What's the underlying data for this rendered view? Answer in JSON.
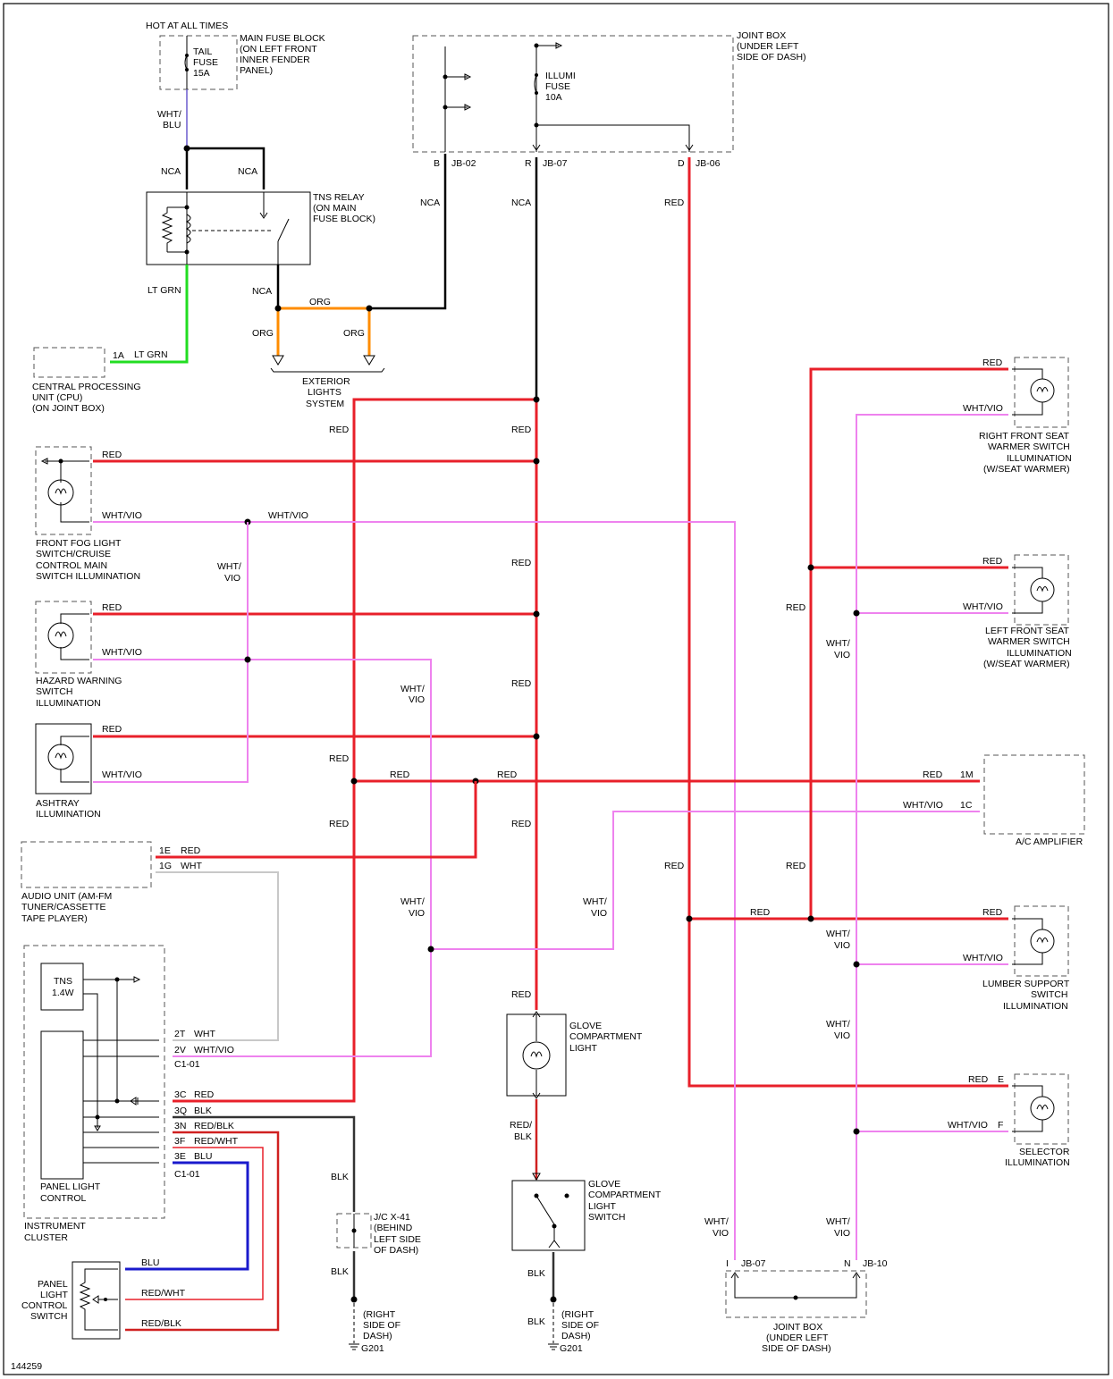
{
  "diagram_id": "144259",
  "colors": {
    "red": "#e8202a",
    "violet": "#ee82ee",
    "black": "#000000",
    "orange": "#ff8c00",
    "green": "#22dd22",
    "white": "#c8c8c8",
    "blue": "#1a1acc"
  },
  "components": {
    "hot_at_all_times": "HOT AT ALL TIMES",
    "main_fuse_block": [
      "MAIN FUSE BLOCK",
      "(ON LEFT FRONT",
      "INNER FENDER",
      "PANEL)"
    ],
    "tail_fuse": [
      "TAIL",
      "FUSE",
      "15A"
    ],
    "joint_box_top": [
      "JOINT BOX",
      "(UNDER LEFT",
      "SIDE OF DASH)"
    ],
    "illumi_fuse": [
      "ILLUMI",
      "FUSE",
      "10A"
    ],
    "tns_relay": [
      "TNS RELAY",
      "(ON MAIN",
      "FUSE BLOCK)"
    ],
    "cpu": [
      "CENTRAL PROCESSING",
      "UNIT (CPU)",
      "(ON JOINT BOX)"
    ],
    "exterior_lights": [
      "EXTERIOR",
      "LIGHTS",
      "SYSTEM"
    ],
    "fog_switch": [
      "FRONT FOG LIGHT",
      "SWITCH/CRUISE",
      "CONTROL MAIN",
      "SWITCH ILLUMINATION"
    ],
    "hazard": [
      "HAZARD WARNING",
      "SWITCH",
      "ILLUMINATION"
    ],
    "ashtray": [
      "ASHTRAY",
      "ILLUMINATION"
    ],
    "audio": [
      "AUDIO UNIT (AM-FM",
      "TUNER/CASSETTE",
      "TAPE PLAYER)"
    ],
    "tns_lamp": [
      "TNS",
      "1.4W"
    ],
    "panel_light_control": [
      "PANEL LIGHT",
      "CONTROL"
    ],
    "instrument_cluster": [
      "INSTRUMENT",
      "CLUSTER"
    ],
    "panel_light_switch": [
      "PANEL",
      "LIGHT",
      "CONTROL",
      "SWITCH"
    ],
    "jc_x41": [
      "J/C X-41",
      "(BEHIND",
      "LEFT SIDE",
      "OF DASH)"
    ],
    "ground_left": [
      "(RIGHT",
      "SIDE OF",
      "DASH)",
      "G201"
    ],
    "glove_light": [
      "GLOVE",
      "COMPARTMENT",
      "LIGHT"
    ],
    "glove_switch": [
      "GLOVE",
      "COMPARTMENT",
      "LIGHT",
      "SWITCH"
    ],
    "ground_mid": [
      "(RIGHT",
      "SIDE OF",
      "DASH)",
      "G201"
    ],
    "rf_seat": [
      "RIGHT FRONT SEAT",
      "WARMER SWITCH",
      "ILLUMINATION",
      "(W/SEAT WARMER)"
    ],
    "lf_seat": [
      "LEFT FRONT SEAT",
      "WARMER SWITCH",
      "ILLUMINATION",
      "(W/SEAT WARMER)"
    ],
    "ac_amp": "A/C AMPLIFIER",
    "lumber": [
      "LUMBER SUPPORT",
      "SWITCH",
      "ILLUMINATION"
    ],
    "selector": [
      "SELECTOR",
      "ILLUMINATION"
    ],
    "joint_box_bottom": [
      "JOINT BOX",
      "(UNDER LEFT",
      "SIDE OF DASH)"
    ]
  },
  "wire_labels": {
    "wht_blu": [
      "WHT/",
      "BLU"
    ],
    "nca": "NCA",
    "lt_grn": "LT GRN",
    "org": "ORG",
    "red": "RED",
    "wht_vio": "WHT/VIO",
    "wht_vio_split": [
      "WHT/",
      "VIO"
    ],
    "wht": "WHT",
    "blk": "BLK",
    "blu": "BLU",
    "red_wht": "RED/WHT",
    "red_blk": "RED/BLK",
    "red_blk_split": [
      "RED/",
      "BLK"
    ]
  },
  "pins": {
    "b": "B",
    "jb02": "JB-02",
    "r": "R",
    "jb07": "JB-07",
    "d": "D",
    "jb06": "JB-06",
    "p1a": "1A",
    "p1m": "1M",
    "p1c": "1C",
    "p1e": "1E",
    "p1g": "1G",
    "p2t": "2T",
    "p2v": "2V",
    "c101": "C1-01",
    "p3c": "3C",
    "p3q": "3Q",
    "p3n": "3N",
    "p3f": "3F",
    "p3e": "3E",
    "e": "E",
    "f": "F",
    "i": "I",
    "n": "N",
    "jb10": "JB-10"
  }
}
